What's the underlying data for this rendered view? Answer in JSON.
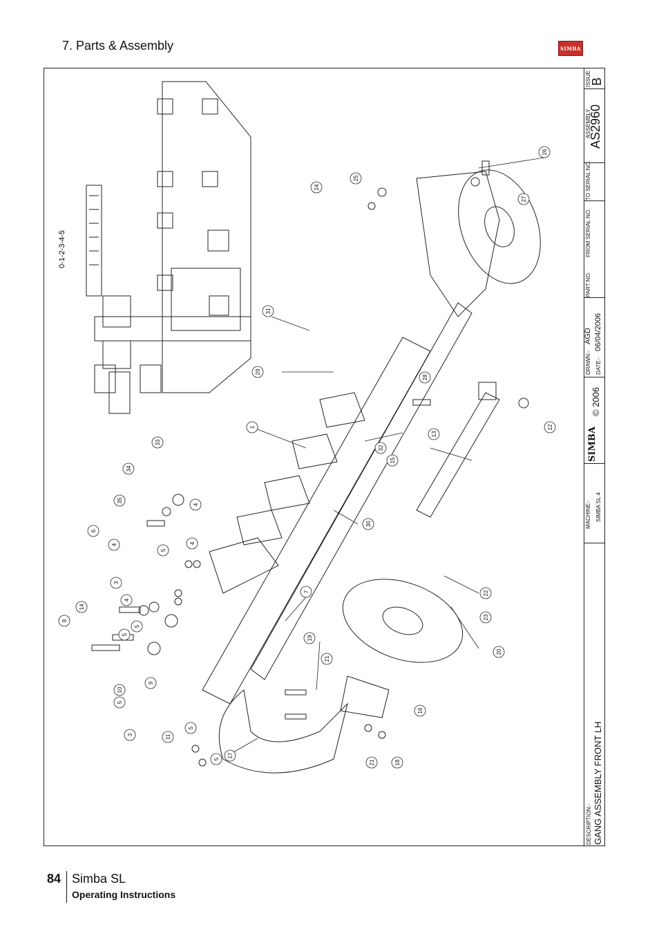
{
  "header": {
    "section_title": "7. Parts & Assembly",
    "logo_text": "SIMBA"
  },
  "drawing": {
    "scale_label": "0-1-2-3-4-5",
    "balloons": [
      "1",
      "3",
      "3",
      "4",
      "4",
      "4",
      "4",
      "4",
      "5",
      "5",
      "5",
      "5",
      "5",
      "5",
      "6",
      "7",
      "8",
      "9",
      "10",
      "11",
      "12",
      "13",
      "14",
      "15",
      "16",
      "17",
      "18",
      "19",
      "20",
      "21",
      "21",
      "22",
      "23",
      "24",
      "25",
      "26",
      "27",
      "28",
      "29",
      "30",
      "31",
      "32",
      "33",
      "34",
      "35"
    ]
  },
  "title_block": {
    "issue_label": "ISSUE",
    "issue_value": "B",
    "assembly_label": "ASSEMBLY",
    "assembly_value": "AS2960",
    "to_serial_label": "TO SERIAL NO.",
    "from_serial_label": "FROM SERIAL NO.",
    "part_no_label": "PART NO.",
    "drawn_label": "DRAWN:-",
    "drawn_value": "AGD",
    "date_label": "DATE:-",
    "date_value": "06/04/2006",
    "copyright": "© 2006",
    "logo_text": "SIMBA",
    "machine_label": "MACHINE:-",
    "machine_value": "SIMBA SL 4",
    "description_label": "DESCRIPTION:-",
    "description_value": "GANG ASSEMBLY FRONT LH"
  },
  "footer": {
    "page_number": "84",
    "product": "Simba SL",
    "subtitle": "Operating Instructions"
  }
}
